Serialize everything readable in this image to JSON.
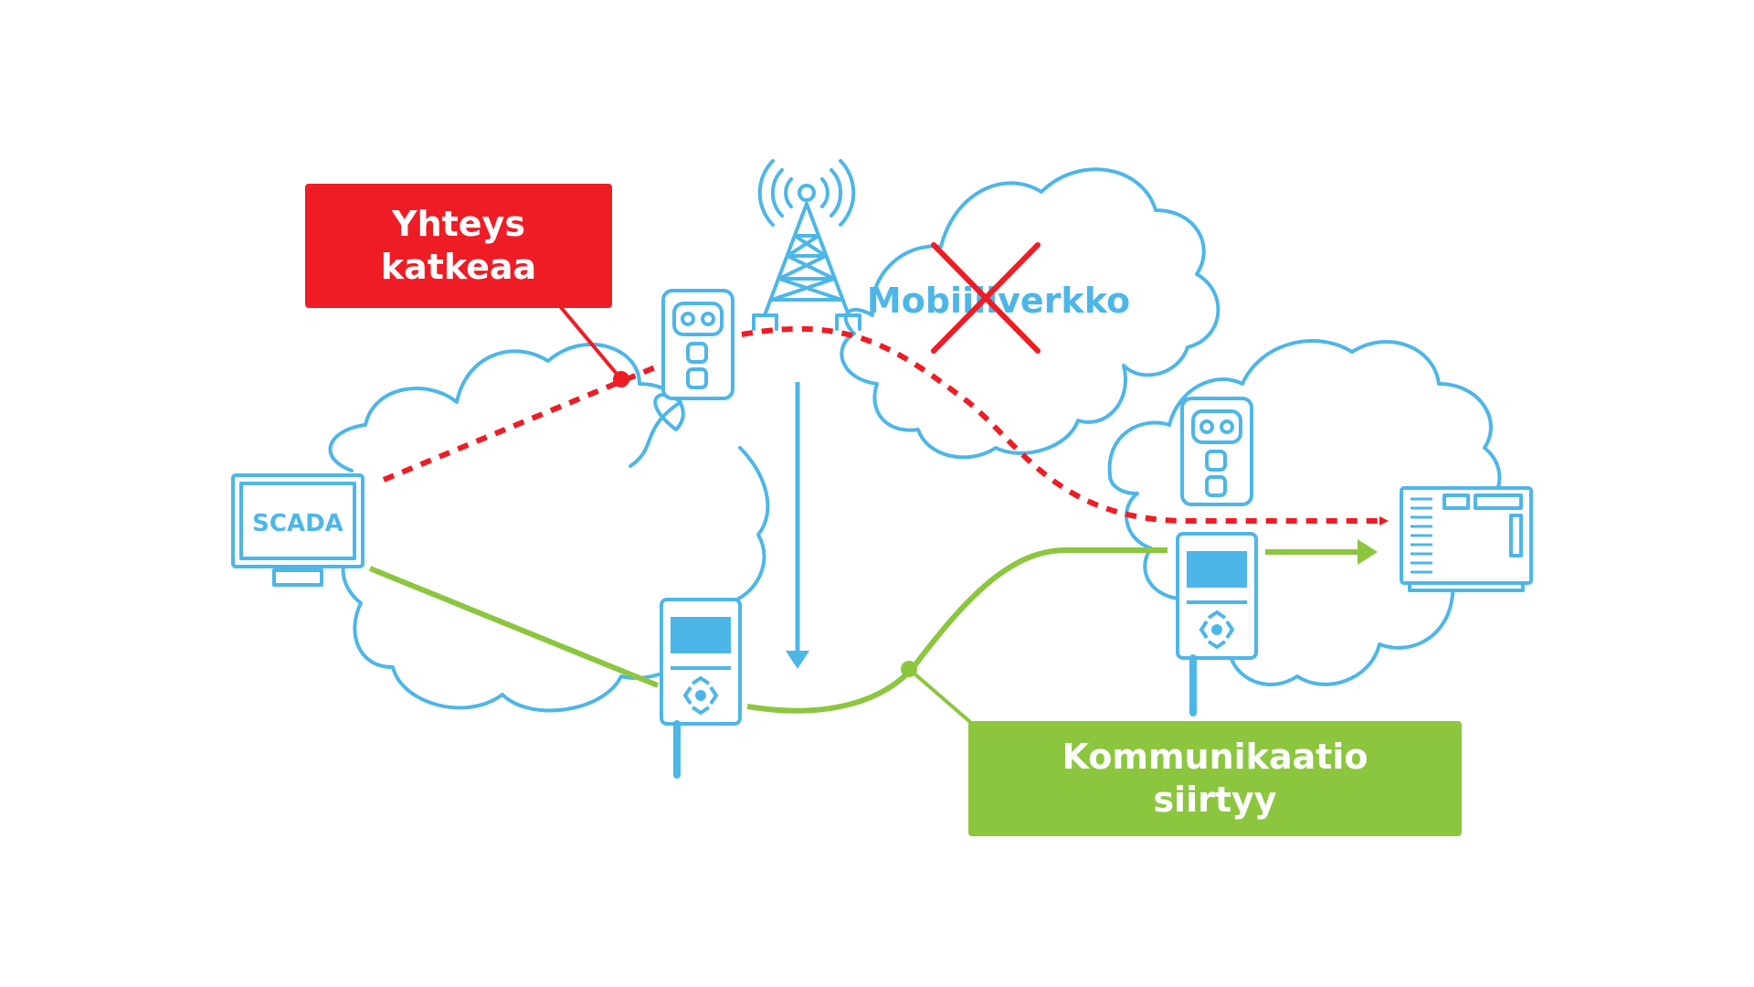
{
  "colors": {
    "blue": "#4db6e8",
    "red": "#ee1c25",
    "green": "#8cc63f",
    "white": "#ffffff"
  },
  "labels": {
    "scada": "SCADA",
    "mobile_network": "Mobiiliverkko"
  },
  "callouts": {
    "connection_lost": {
      "line1": "Yhteys",
      "line2": "katkeaa"
    },
    "communication_moves": {
      "line1": "Kommunikaatio",
      "line2": "siirtyy"
    }
  },
  "icons": {
    "scada": "monitor-icon",
    "tower": "cell-tower-icon",
    "failure": "x-mark-icon",
    "modem": "modem-device-icon",
    "mesh_node": "mesh-node-icon",
    "target": "substation-cabinet-icon"
  }
}
